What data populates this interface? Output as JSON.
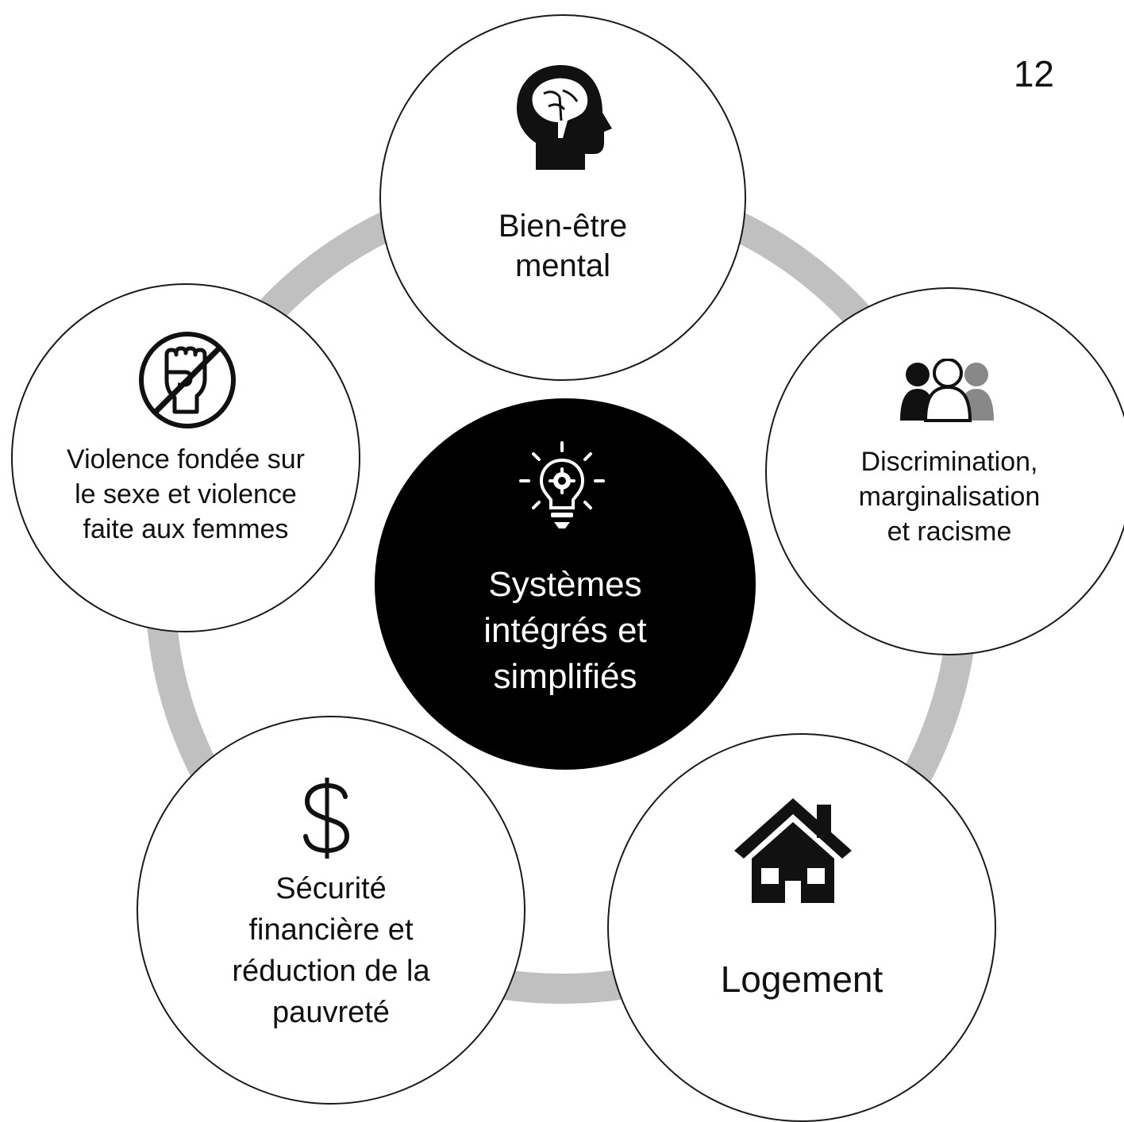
{
  "page_number": "12",
  "center": {
    "lines": [
      "Systèmes",
      "intégrés et",
      "simplifiés"
    ],
    "icon": "lightbulb-gear-icon"
  },
  "nodes": {
    "mental": {
      "lines": [
        "Bien-être",
        "mental"
      ],
      "icon": "brain-head-icon"
    },
    "discrimination": {
      "lines": [
        "Discrimination,",
        "marginalisation",
        "et racisme"
      ],
      "icon": "people-group-icon"
    },
    "housing": {
      "lines": [
        "Logement"
      ],
      "icon": "house-icon"
    },
    "financial": {
      "lines": [
        "Sécurité",
        "financière et",
        "réduction de la",
        "pauvreté"
      ],
      "icon": "dollar-icon"
    },
    "violence": {
      "lines": [
        "Violence fondée sur",
        "le sexe et violence",
        "faite aux femmes"
      ],
      "icon": "no-fist-icon"
    }
  },
  "colors": {
    "ring": "#c0c0c0",
    "center_fill": "#000000",
    "node_border": "#1a1a1a",
    "text": "#111111"
  }
}
